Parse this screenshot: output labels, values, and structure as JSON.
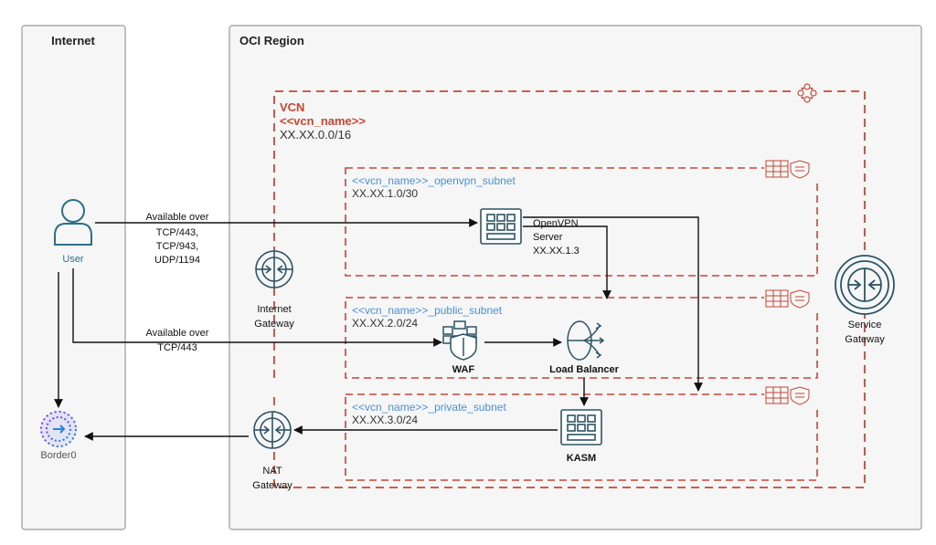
{
  "zones": {
    "internet": "Internet",
    "region": "OCI Region"
  },
  "vcn": {
    "title": "VCN",
    "name": "<<vcn_name>>",
    "cidr": "XX.XX.0.0/16"
  },
  "subnets": [
    {
      "name": "<<vcn_name>>_openvpn_subnet",
      "cidr": "XX.XX.1.0/30"
    },
    {
      "name": "<<vcn_name>>_public_subnet",
      "cidr": "XX.XX.2.0/24"
    },
    {
      "name": "<<vcn_name>>_private_subnet",
      "cidr": "XX.XX.3.0/24"
    }
  ],
  "nodes": {
    "user": "User",
    "border0": "Border0",
    "internet_gateway": [
      "Internet",
      "Gateway"
    ],
    "nat_gateway": [
      "NAT",
      "Gateway"
    ],
    "service_gateway": [
      "Service",
      "Gateway"
    ],
    "openvpn": [
      "OpenVPN",
      "Server",
      "XX.XX.1.3"
    ],
    "waf": "WAF",
    "load_balancer": "Load Balancer",
    "kasm": "KASM"
  },
  "flows": {
    "vpn_access": [
      "Available over",
      "TCP/443,",
      "TCP/943,",
      "UDP/1194"
    ],
    "web_access": [
      "Available over",
      "TCP/443"
    ]
  },
  "colors": {
    "oracle_orange": "#c74634",
    "subnet_blue": "#4a90d9",
    "icon_teal": "#2b5566",
    "zone_border": "#9a9a9a",
    "zone_fill": "#f6f6f6"
  }
}
